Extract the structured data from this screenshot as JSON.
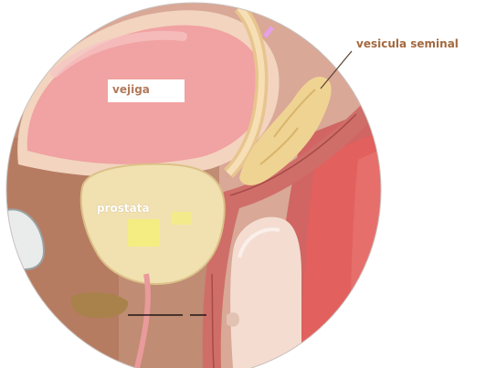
{
  "labels": {
    "bladder": "vejiga",
    "prostate": "prostata",
    "seminal_vesicle": "vesicula seminal"
  },
  "colors": {
    "background": "#ffffff",
    "tissue_dark": "#b9826a",
    "tissue_light": "#d8a38d",
    "bladder": "#f3a7a6",
    "bladder_wall": "#f6d6c2",
    "prostate": "#f2e2b2",
    "vesicle": "#f0d595",
    "rectum_wall": "#d76d6a",
    "rectum_inner": "#e05a5a",
    "finger": "#f5ddd2",
    "label_text": "#a3693f",
    "yellow_patch": "#f3ef7a"
  }
}
